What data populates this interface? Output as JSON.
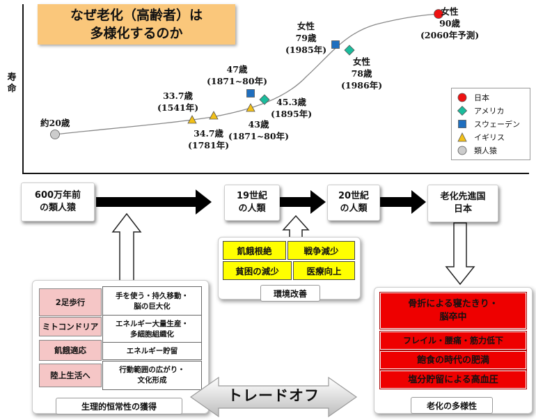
{
  "title": {
    "line1": "なぜ老化（高齢者）は",
    "line2": "多様化するのか"
  },
  "y_axis_label": "寿命",
  "chart_data": {
    "type": "scatter",
    "ylabel": "寿命",
    "points": [
      {
        "series": "類人猿",
        "label": "約20歳"
      },
      {
        "series": "イギリス",
        "label_line1": "33.7歳",
        "label_line2": "(1541年)"
      },
      {
        "series": "イギリス",
        "label_line1": "34.7歳",
        "label_line2": "(1781年)"
      },
      {
        "series": "スウェーデン",
        "label_line1": "47歳",
        "label_line2": "(1871~80年)"
      },
      {
        "series": "イギリス",
        "label_line1": "43歳",
        "label_line2": "(1871~80年)"
      },
      {
        "series": "アメリカ",
        "label_line1": "45.3歳",
        "label_line2": "(1895年)"
      },
      {
        "series": "スウェーデン",
        "label_line1": "女性",
        "label_line2": "79歳",
        "label_line3": "(1985年)"
      },
      {
        "series": "アメリカ",
        "label_line1": "女性",
        "label_line2": "78歳",
        "label_line3": "(1986年)"
      },
      {
        "series": "日本",
        "label_line1": "女性",
        "label_line2": "90歳",
        "label_line3": "(2060年予測)"
      }
    ]
  },
  "legend": [
    {
      "name": "日本",
      "color": "#ee1111",
      "shape": "circle"
    },
    {
      "name": "アメリカ",
      "color": "#1abc9c",
      "shape": "diamond"
    },
    {
      "name": "スウェーデン",
      "color": "#1f6fbf",
      "shape": "square"
    },
    {
      "name": "イギリス",
      "color": "#f2c018",
      "shape": "triangle"
    },
    {
      "name": "類人猿",
      "color": "#cccccc",
      "shape": "circle"
    }
  ],
  "stages": [
    {
      "line1": "600万年前",
      "line2": "の類人猿"
    },
    {
      "line1": "19世紀",
      "line2": "の人類"
    },
    {
      "line1": "20世紀",
      "line2": "の人類"
    },
    {
      "line1": "老化先進国",
      "line2": "日本"
    }
  ],
  "environment": {
    "boxes": [
      "飢餓根絶",
      "戦争減少",
      "貧困の減少",
      "医療向上"
    ],
    "label": "環境改善"
  },
  "physiology": {
    "rows": [
      {
        "left": "2足歩行",
        "right1": "手を使う・持久移動・",
        "right2": "脳の巨大化"
      },
      {
        "left": "ミトコンドリア",
        "right1": "エネルギー大量生産・",
        "right2": "多細胞組織化"
      },
      {
        "left": "飢餓適応",
        "right1": "エネルギー貯留",
        "right2": ""
      },
      {
        "left": "陸上生活へ",
        "right1": "行動範囲の広がり・",
        "right2": "文化形成"
      }
    ],
    "label": "生理的恒常性の獲得"
  },
  "aging": {
    "rows": [
      {
        "line1": "骨折による寝たきり・",
        "line2": "脳卒中"
      },
      {
        "line1": "フレイル・腰痛・筋力低下",
        "line2": ""
      },
      {
        "line1": "飽食の時代の肥満",
        "line2": ""
      },
      {
        "line1": "塩分貯留による高血圧",
        "line2": ""
      }
    ],
    "label": "老化の多様性"
  },
  "tradeoff": "トレードオフ"
}
